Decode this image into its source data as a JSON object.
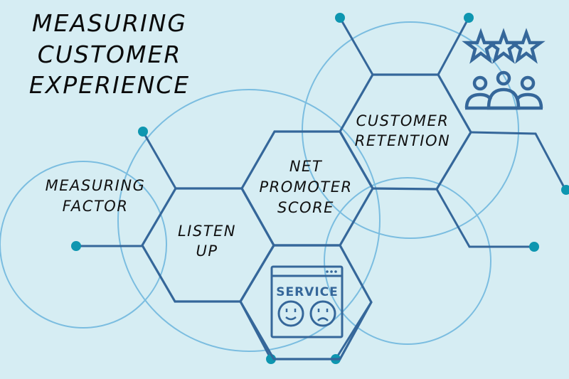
{
  "title": {
    "lines": [
      "MEASURING",
      "CUSTOMER",
      "EXPERIENCE"
    ]
  },
  "hexagons": [
    {
      "id": "listen-up",
      "lines": [
        "LISTEN",
        "UP"
      ]
    },
    {
      "id": "net-promoter-score",
      "lines": [
        "NET",
        "PROMOTER",
        "SCORE"
      ]
    },
    {
      "id": "customer-retention",
      "lines": [
        "CUSTOMER",
        "RETENTION"
      ]
    },
    {
      "id": "service",
      "lines": []
    }
  ],
  "labels": {
    "measuring_factor": [
      "MEASURING",
      "FACTOR"
    ]
  },
  "icons": {
    "service_icon": {
      "name": "service-window-icon",
      "text": "SERVICE"
    },
    "rating_icon": {
      "name": "customer-rating-icon",
      "stars": 3
    }
  },
  "colors": {
    "background": "#d6edf3",
    "hex_stroke": "#35679a",
    "ring_stroke": "#7bbde0",
    "dot": "#0e96b0",
    "text": "#111111"
  }
}
